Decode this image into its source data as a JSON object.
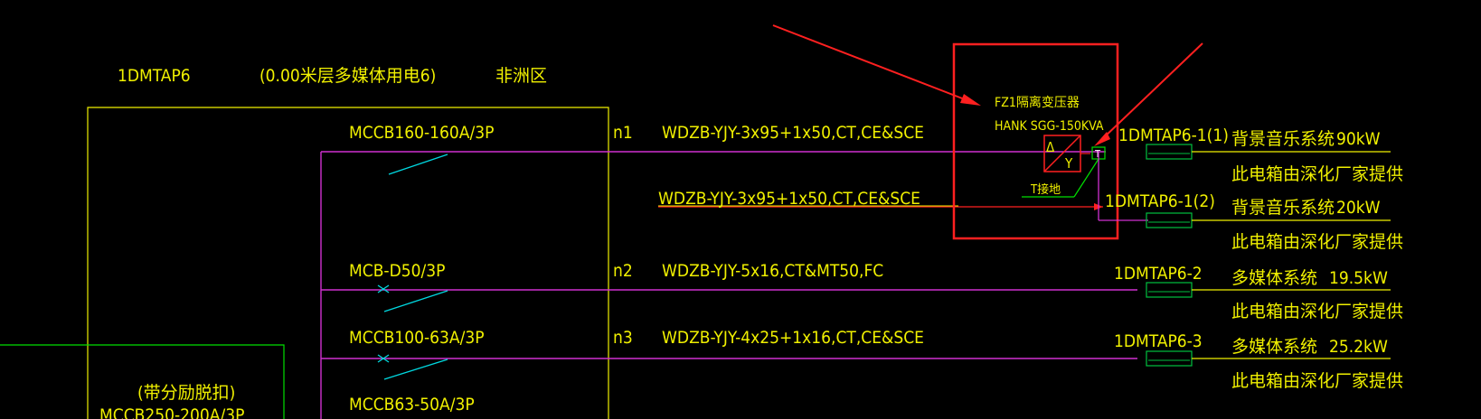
{
  "colors": {
    "background": "#000000",
    "text": "#f0f000",
    "feeder_line": "#d030d0",
    "breaker_contact": "#00d8e0",
    "annotation_box": "#ff2020",
    "transformer": "#ff2020",
    "ground": "#00e000",
    "meter": "#00c040"
  },
  "header": {
    "panel_id": "1DMTAP6",
    "description": "(0.00米层多媒体用电6)",
    "area": "非洲区"
  },
  "main_breaker": {
    "note": "(带分励脱扣)",
    "label": "MCCB250-200A/3P"
  },
  "circuits": [
    {
      "breaker": "MCCB160-160A/3P",
      "circuit_no": "n1",
      "cable": "WDZB-YJY-3x95+1x50,CT,CE&SCE"
    },
    {
      "breaker": "MCB-D50/3P",
      "circuit_no": "n2",
      "cable": "WDZB-YJY-5x16,CT&MT50,FC"
    },
    {
      "breaker": "MCCB100-63A/3P",
      "circuit_no": "n3",
      "cable": "WDZB-YJY-4x25+1x16,CT,CE&SCE"
    },
    {
      "breaker": "MCCB63-50A/3P"
    }
  ],
  "transformer_note": {
    "title": "FZ1隔离变压器",
    "model": "HANK SGG-150KVA",
    "delta": "Δ",
    "wye": "Y",
    "grounding": "T接地",
    "meter_glyph": "T"
  },
  "secondary_cable": "WDZB-YJY-3x95+1x50,CT,CE&SCE",
  "loads": [
    {
      "id": "1DMTAP6-1(1)",
      "system": "背景音乐系统",
      "power": "90kW",
      "note": "此电箱由深化厂家提供"
    },
    {
      "id": "1DMTAP6-1(2)",
      "system": "背景音乐系统",
      "power": "20kW",
      "note": "此电箱由深化厂家提供"
    },
    {
      "id": "1DMTAP6-2",
      "system": "多媒体系统",
      "power": "19.5kW",
      "note": "此电箱由深化厂家提供"
    },
    {
      "id": "1DMTAP6-3",
      "system": "多媒体系统",
      "power": "25.2kW",
      "note": "此电箱由深化厂家提供"
    }
  ]
}
